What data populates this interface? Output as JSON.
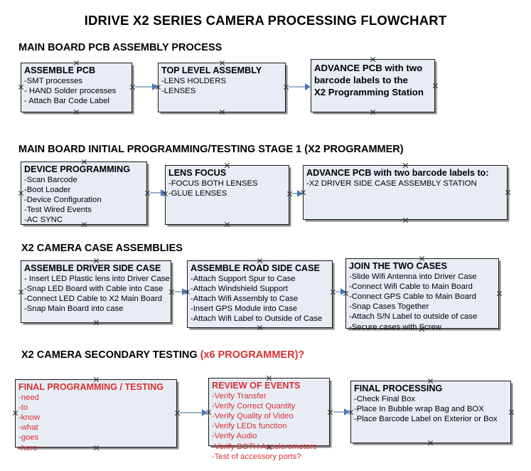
{
  "title": "IDRIVE X2  SERIES CAMERA PROCESSING FLOWCHART",
  "sections": [
    {
      "heading": "MAIN BOARD PCB ASSEMBLY PROCESS",
      "heading_red": ""
    },
    {
      "heading": "MAIN BOARD INITIAL PROGRAMMING/TESTING STAGE 1 (X2 PROGRAMMER)",
      "heading_red": ""
    },
    {
      "heading": "X2 CAMERA CASE ASSEMBLIES",
      "heading_red": ""
    },
    {
      "heading": "X2 CAMERA SECONDARY TESTING ",
      "heading_red": "(x6 PROGRAMMER)?"
    }
  ],
  "boxes": {
    "assemble_pcb": {
      "header": "ASSEMBLE PCB",
      "lines": [
        " -SMT processes",
        "- HAND Solder processes",
        "- Attach Bar Code Label"
      ]
    },
    "top_level_assembly": {
      "header": "TOP LEVEL ASSEMBLY",
      "lines": [
        "-LENS HOLDERS",
        "-LENSES"
      ]
    },
    "advance_pcb_1": {
      "header_l1": "ADVANCE PCB with two",
      "header_l2": "barcode labels to the",
      "header_l3": " X2 Programming Station"
    },
    "device_programming": {
      "header": "DEVICE PROGRAMMING",
      "lines": [
        "-Scan Barcode",
        "-Boot Loader",
        "-Device Configuration",
        "-Test Wired Events",
        "-AC SYNC"
      ]
    },
    "lens_focus": {
      "header": "LENS FOCUS",
      "lines": [
        "-FOCUS BOTH LENSES",
        "-GLUE LENSES"
      ]
    },
    "advance_pcb_2": {
      "header": "ADVANCE PCB with two barcode labels to:",
      "lines": [
        "-X2 DRIVER  SIDE  CASE  ASSEMBLY STATION"
      ]
    },
    "driver_side_case": {
      "header": "ASSEMBLE DRIVER SIDE CASE",
      "lines": [
        "- Insert LED Plastic lens into Driver Case",
        "-Snap LED Board with Cable into Case",
        "-Connect LED Cable to X2 Main Board",
        "-Snap Main Board into case"
      ]
    },
    "road_side_case": {
      "header": "ASSEMBLE ROAD SIDE CASE",
      "lines": [
        "-Attach Support Spur to Case",
        "-Attach Windshield Support",
        "-Attach Wifi Assembly to Case",
        "-Insert GPS Module into Case",
        "-Attach Wifi Label to Outside of Case"
      ]
    },
    "join_two_cases": {
      "header": "JOIN THE TWO CASES",
      "lines": [
        "-Slide Wifi Antenna into Driver Case",
        "-Connect Wifi Cable to Main Board",
        "-Connect GPS Cable to Main Board",
        "-Snap Cases Together",
        "-Attach S/N Label to outside of case",
        "-Secure cases with Screw"
      ]
    },
    "final_programming": {
      "header": "FINAL PROGRAMMING / TESTING",
      "lines": [
        "-need",
        "-to",
        "-know",
        "-what",
        "-goes",
        "-here"
      ]
    },
    "review_of_events": {
      "header": "REVIEW OF EVENTS",
      "lines": [
        "-Verify Transfer",
        "-Verify Correct Quantity",
        "-Verify Quality of Video",
        "-Verify LEDs function",
        "-Verify Audio",
        "-Verify BOTH Accelerometers",
        "-Test of accessory ports?"
      ]
    },
    "final_processing": {
      "header": "FINAL PROCESSING",
      "lines": [
        " -Check Final Box",
        "-Place In Bubble wrap Bag and BOX",
        "-Place Barcode Label on Exterior or Box"
      ]
    }
  },
  "colors": {
    "box_fill": "#e7ecf5",
    "box_border": "#1a1a1a",
    "shadow": "#8a8a8a",
    "red_text": "#d83030",
    "connector": "#9db3c9",
    "arrow": "#4a78b8"
  }
}
